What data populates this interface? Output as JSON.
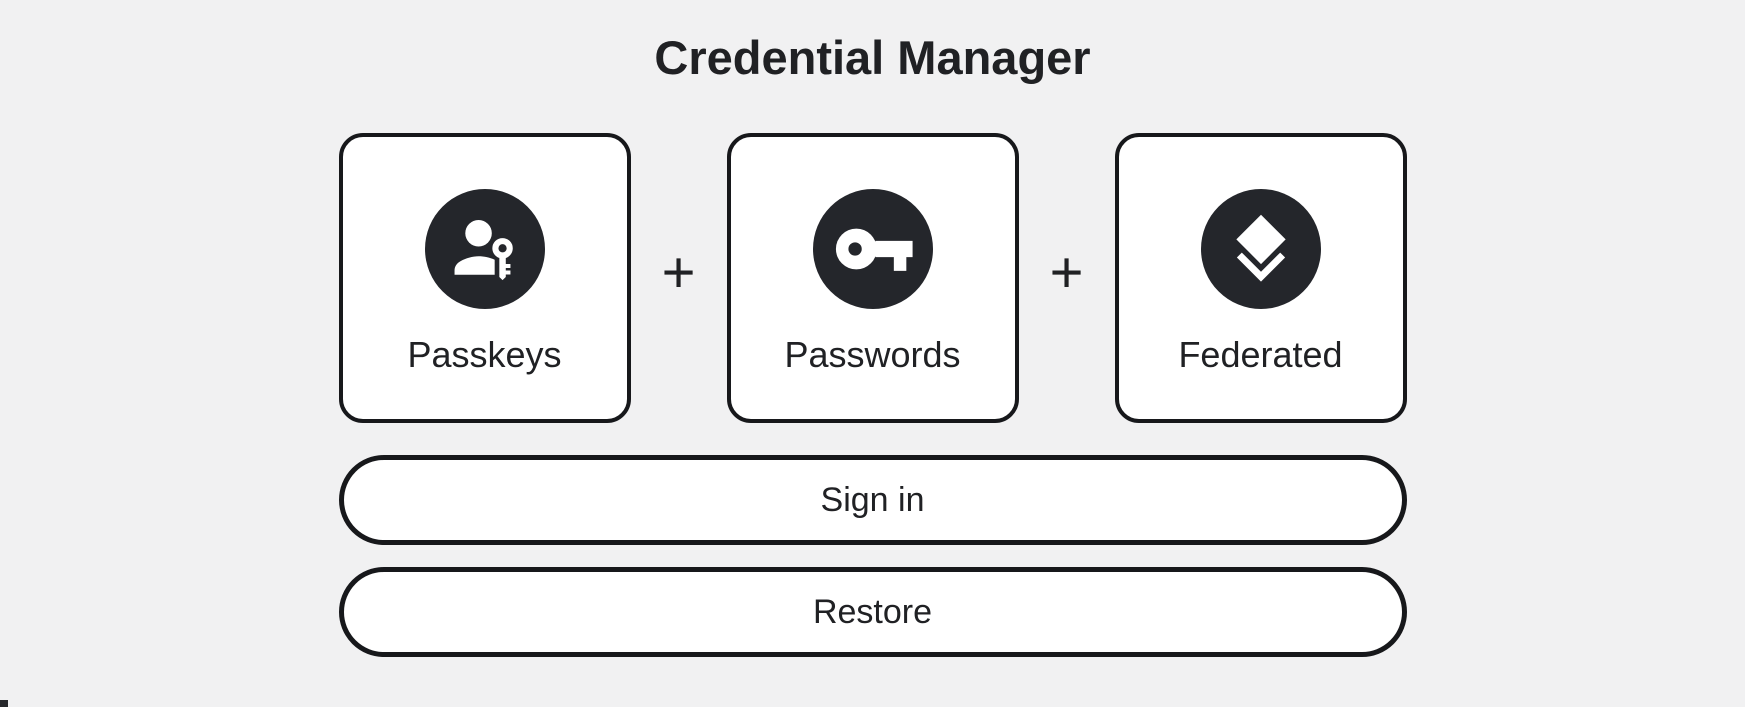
{
  "title": "Credential Manager",
  "colors": {
    "background": "#f1f1f2",
    "ink": "#202124",
    "border": "#17181b",
    "icon_circle": "#24262b",
    "card_background": "#ffffff",
    "icon_glyph": "#ffffff"
  },
  "cards": [
    {
      "label": "Passkeys",
      "icon": "passkey-icon"
    },
    {
      "label": "Passwords",
      "icon": "key-icon"
    },
    {
      "label": "Federated",
      "icon": "layers-icon"
    }
  ],
  "separator": {
    "plus": "+"
  },
  "actions": {
    "sign_in": "Sign in",
    "restore": "Restore"
  }
}
